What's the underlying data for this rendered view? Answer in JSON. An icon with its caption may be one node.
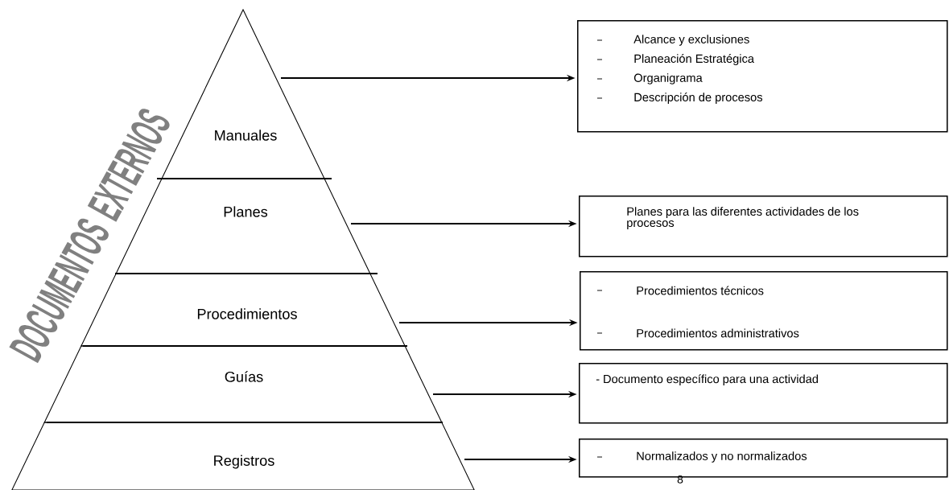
{
  "diagram": {
    "nodes": [
      {
        "text": [
          "Manuales"
        ]
      },
      {
        "text": [
          "Planes"
        ]
      },
      {
        "text": [
          "Procedimientos"
        ]
      },
      {
        "text": [
          "Guías"
        ]
      },
      {
        "text": [
          "Registros"
        ]
      },
      {
        "text": [
          "Alcance y exclusiones",
          "Planeación Estratégica",
          "Organigrama",
          "Descripción de procesos"
        ]
      },
      {
        "text": [
          "Planes para las diferentes actividades de los procesos"
        ]
      },
      {
        "text": [
          "Procedimientos técnicos",
          "Procedimientos administrativos"
        ]
      },
      {
        "text": [
          "- Documento específico para una actividad"
        ]
      },
      {
        "text": [
          "Normalizados y no normalizados"
        ]
      }
    ],
    "edges": [
      {
        "from": 0,
        "to": 5,
        "arrow": "to"
      },
      {
        "from": 1,
        "to": 6,
        "arrow": "to"
      },
      {
        "from": 2,
        "to": 7,
        "arrow": "to"
      },
      {
        "from": 3,
        "to": 8,
        "arrow": "to"
      },
      {
        "from": 4,
        "to": 9,
        "arrow": "to"
      }
    ],
    "labels": [
      "DOCUMENTOS EXTERNOS",
      "8"
    ]
  }
}
